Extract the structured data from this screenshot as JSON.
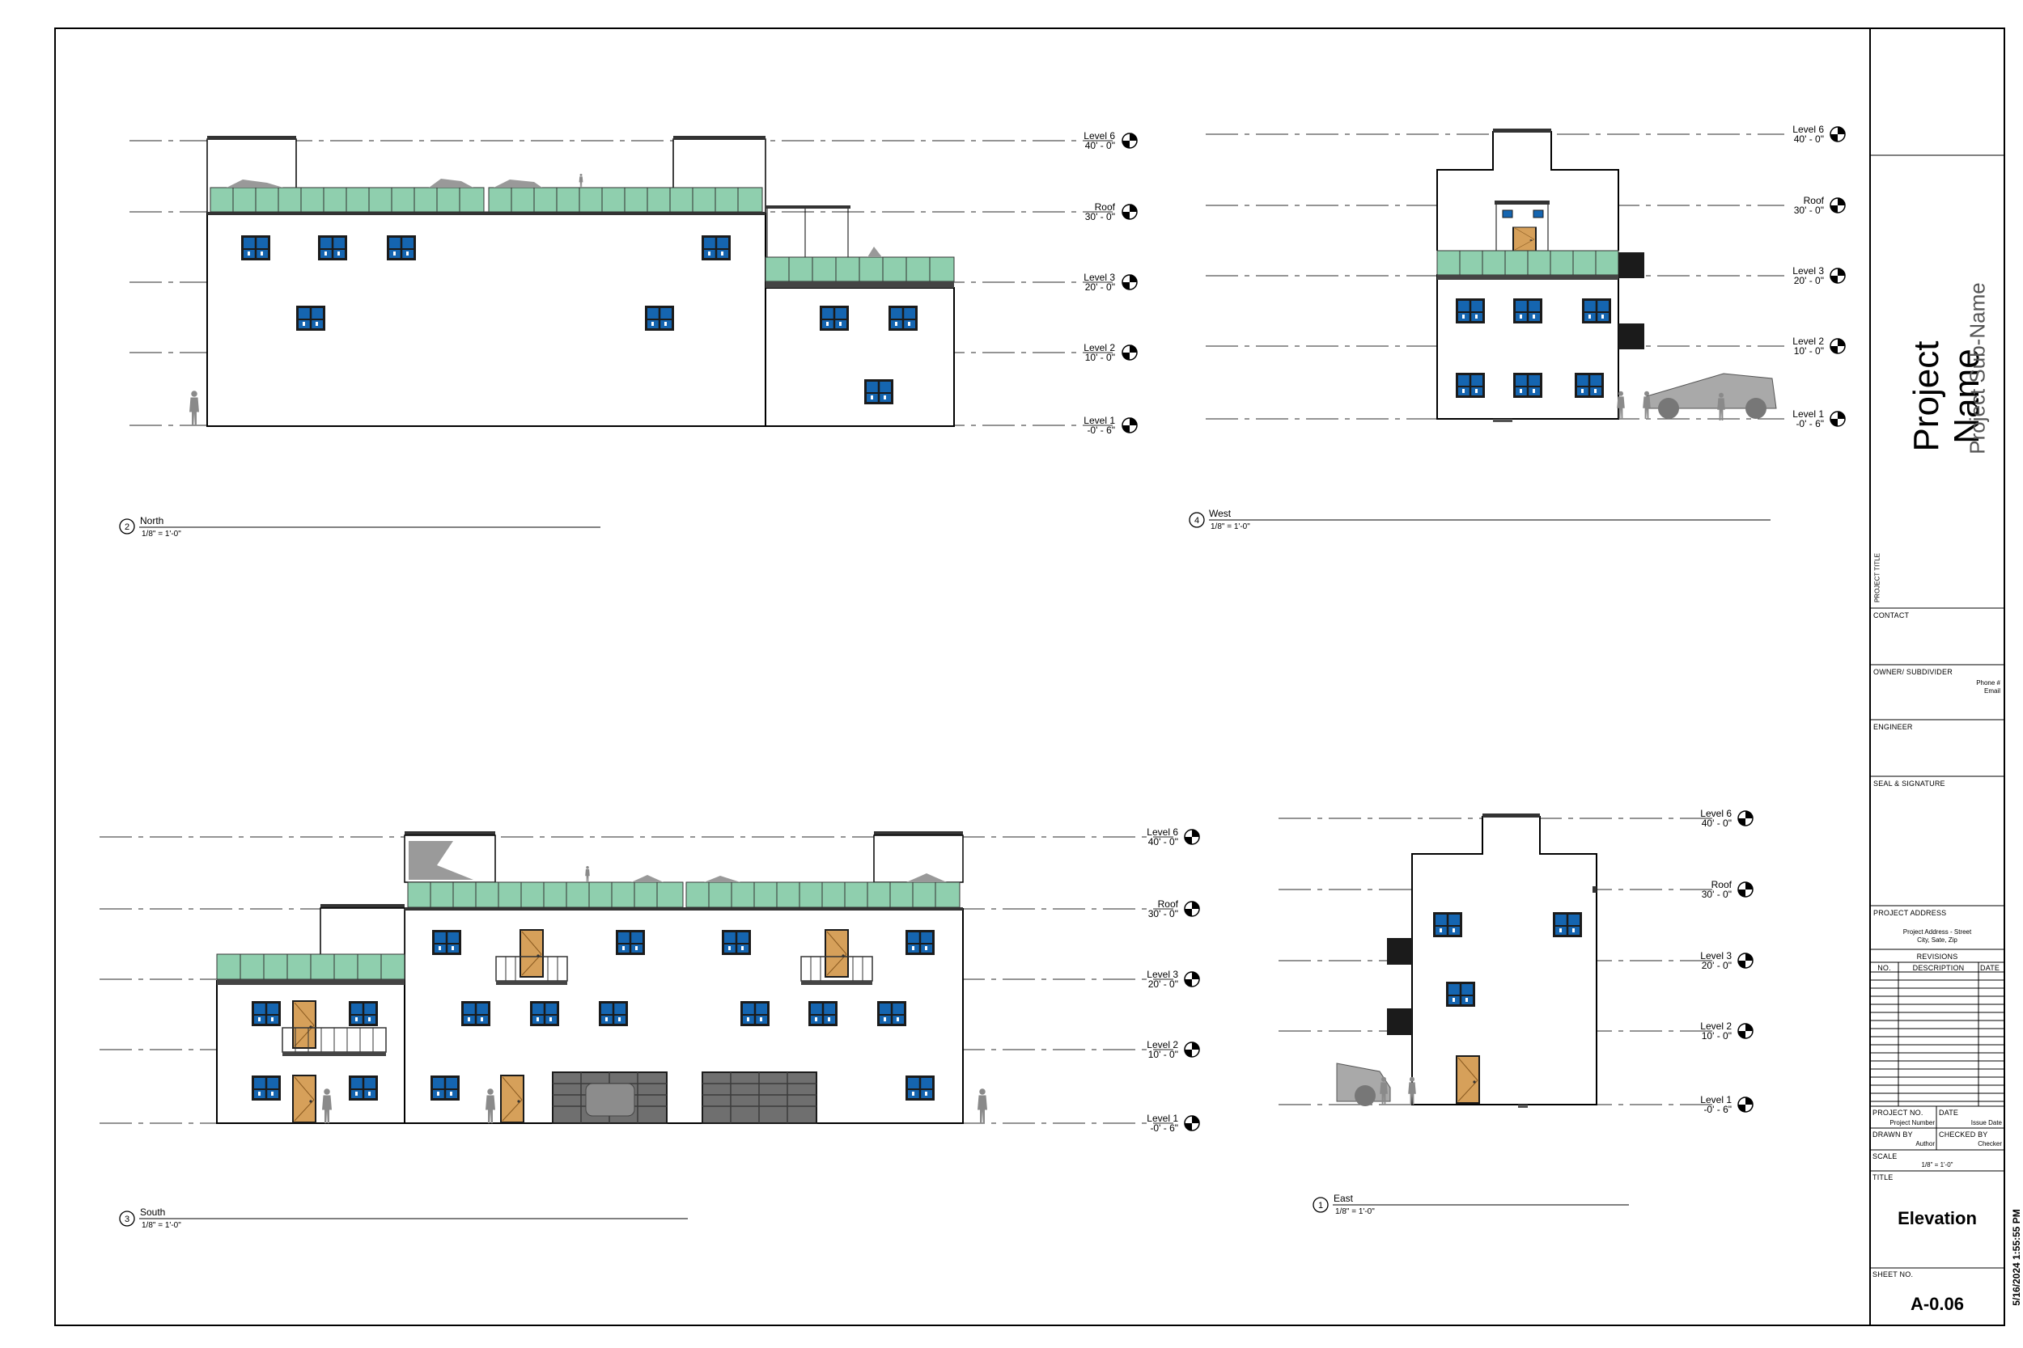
{
  "colors": {
    "window": "#1565b0",
    "glass": "#8fcfae",
    "door": "#d6a05a",
    "garage": "#6f6f6f",
    "figure": "#8a8a8a"
  },
  "levels_north_west": [
    {
      "name": "Level 6",
      "elev": "40' - 0\""
    },
    {
      "name": "Roof",
      "elev": "30' - 0\""
    },
    {
      "name": "Level 3",
      "elev": "20' - 0\""
    },
    {
      "name": "Level 2",
      "elev": "10' - 0\""
    },
    {
      "name": "Level 1",
      "elev": "-0' - 6\""
    }
  ],
  "views": [
    {
      "num": "2",
      "name": "North",
      "scale": "1/8\" = 1'-0\""
    },
    {
      "num": "4",
      "name": "West",
      "scale": "1/8\" = 1'-0\""
    },
    {
      "num": "3",
      "name": "South",
      "scale": "1/8\" = 1'-0\""
    },
    {
      "num": "1",
      "name": "East",
      "scale": "1/8\" = 1'-0\""
    }
  ],
  "title_block": {
    "project_name": "Project Name",
    "project_subname": "Project Sub-Name",
    "project_title_label": "PROJECT TITLE",
    "contact_label": "CONTACT",
    "owner_label": "OWNER/ SUBDIVIDER",
    "phone": "Phone #",
    "email": "Email",
    "engineer_label": "ENGINEER",
    "seal_label": "SEAL & SIGNATURE",
    "address_label": "PROJECT ADDRESS",
    "address_line1": "Project Address - Street",
    "address_line2": "City, Sate, Zip",
    "revisions_label": "REVISIONS",
    "rev_no": "NO.",
    "rev_desc": "DESCRIPTION",
    "rev_date": "DATE",
    "project_no_label": "PROJECT NO.",
    "project_no": "Project Number",
    "date_label": "DATE",
    "date_value": "Issue Date",
    "drawn_by_label": "DRAWN BY",
    "drawn_by": "Author",
    "checked_by_label": "CHECKED BY",
    "checked_by": "Checker",
    "scale_label": "SCALE",
    "scale_value": "1/8\" = 1'-0\"",
    "title_label": "TITLE",
    "sheet_title": "Elevation",
    "sheet_no_label": "SHEET NO.",
    "sheet_no": "A-0.06",
    "timestamp": "5/16/2024 1:55:55 PM"
  }
}
